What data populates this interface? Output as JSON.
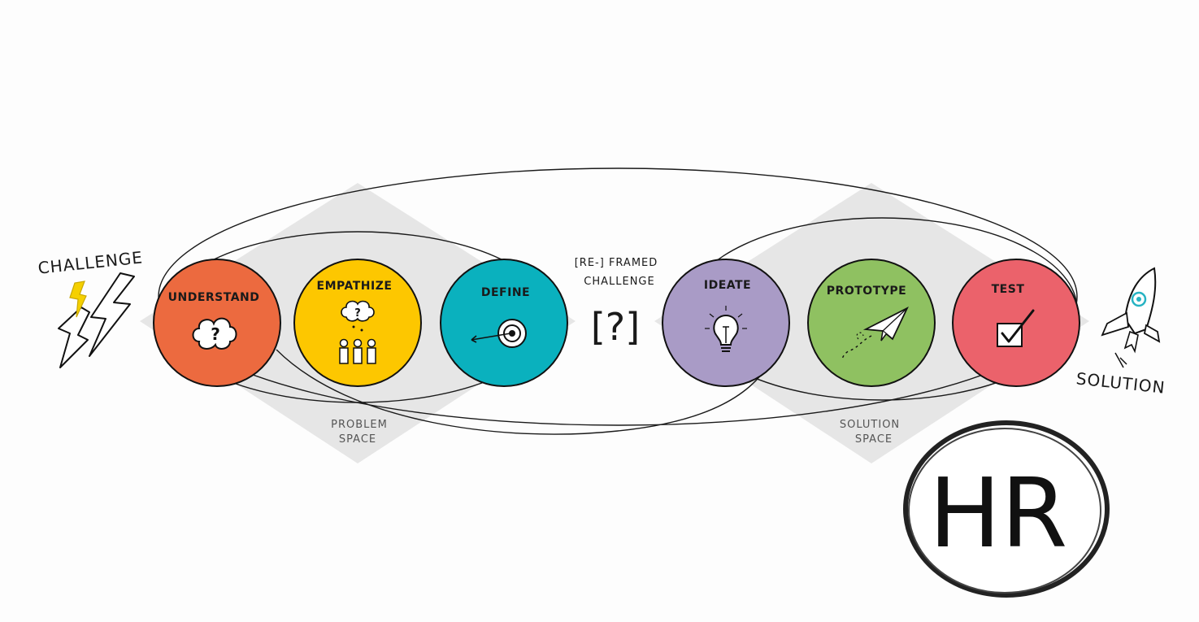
{
  "diagram": {
    "start_label": "CHALLENGE",
    "end_label": "SOLUTION",
    "reframed_label_line1": "[RE-] FRAMED",
    "reframed_label_line2": "CHALLENGE",
    "reframed_symbol": "[?]",
    "problem_space_line1": "PROBLEM",
    "problem_space_line2": "SPACE",
    "solution_space_line1": "SOLUTION",
    "solution_space_line2": "SPACE",
    "phases": [
      {
        "label": "UNDERSTAND",
        "color": "#ec6a3f",
        "icon": "cloud-question-icon"
      },
      {
        "label": "EMPATHIZE",
        "color": "#fdc700",
        "icon": "people-thought-icon"
      },
      {
        "label": "DEFINE",
        "color": "#0ab1be",
        "icon": "target-icon"
      },
      {
        "label": "IDEATE",
        "color": "#a99bc6",
        "icon": "lightbulb-icon"
      },
      {
        "label": "PROTOTYPE",
        "color": "#8fc161",
        "icon": "paper-plane-icon"
      },
      {
        "label": "TEST",
        "color": "#eb626b",
        "icon": "checkbox-icon"
      }
    ],
    "logo_text": "HR",
    "colors": {
      "diamond": "#e6e6e6",
      "ink": "#1a1a1a",
      "lightning_accent": "#f5d000",
      "rocket_accent": "#27b3c3"
    }
  }
}
